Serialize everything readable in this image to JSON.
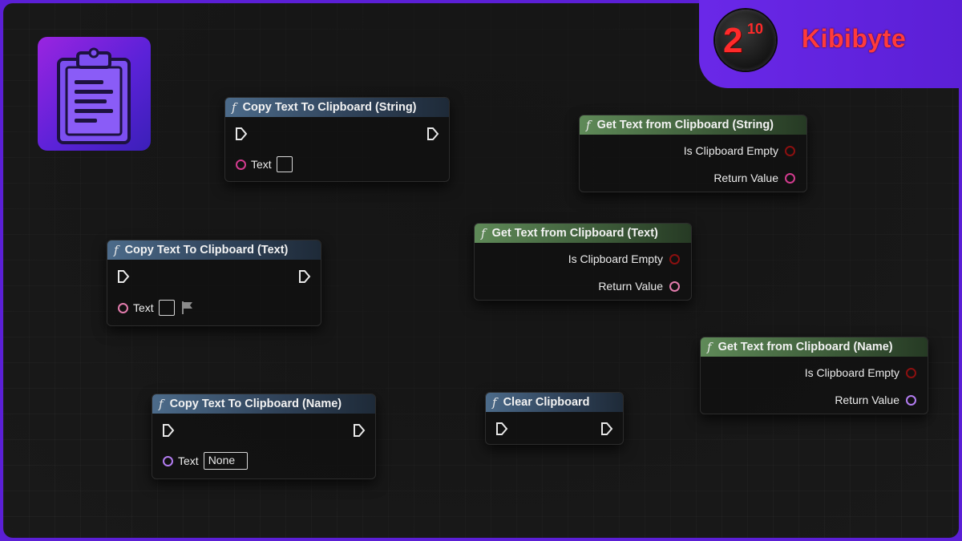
{
  "brand": {
    "logo_base": "2",
    "logo_exponent": "10",
    "name": "Kibibyte",
    "accent_color": "#ff3b3b"
  },
  "tile": {
    "icon": "clipboard-icon"
  },
  "nodes": {
    "copy_string": {
      "title": "Copy Text To Clipboard (String)",
      "pin_label": "Text"
    },
    "copy_text": {
      "title": "Copy Text To Clipboard (Text)",
      "pin_label": "Text"
    },
    "copy_name": {
      "title": "Copy Text To Clipboard (Name)",
      "pin_label": "Text",
      "pin_value": "None"
    },
    "clear": {
      "title": "Clear Clipboard"
    },
    "get_string": {
      "title": "Get Text from Clipboard (String)",
      "out1": "Is Clipboard Empty",
      "out2": "Return Value"
    },
    "get_text": {
      "title": "Get Text from Clipboard (Text)",
      "out1": "Is Clipboard Empty",
      "out2": "Return Value"
    },
    "get_name": {
      "title": "Get Text from Clipboard (Name)",
      "out1": "Is Clipboard Empty",
      "out2": "Return Value"
    }
  },
  "function_glyph": "f",
  "colors": {
    "header_blue": "#4c6b8a",
    "header_green": "#5f8a58",
    "string_pin": "#d23b8e",
    "name_pin": "#b27cf0",
    "bool_pin": "#8b1010",
    "text_pin": "#e37cad"
  }
}
